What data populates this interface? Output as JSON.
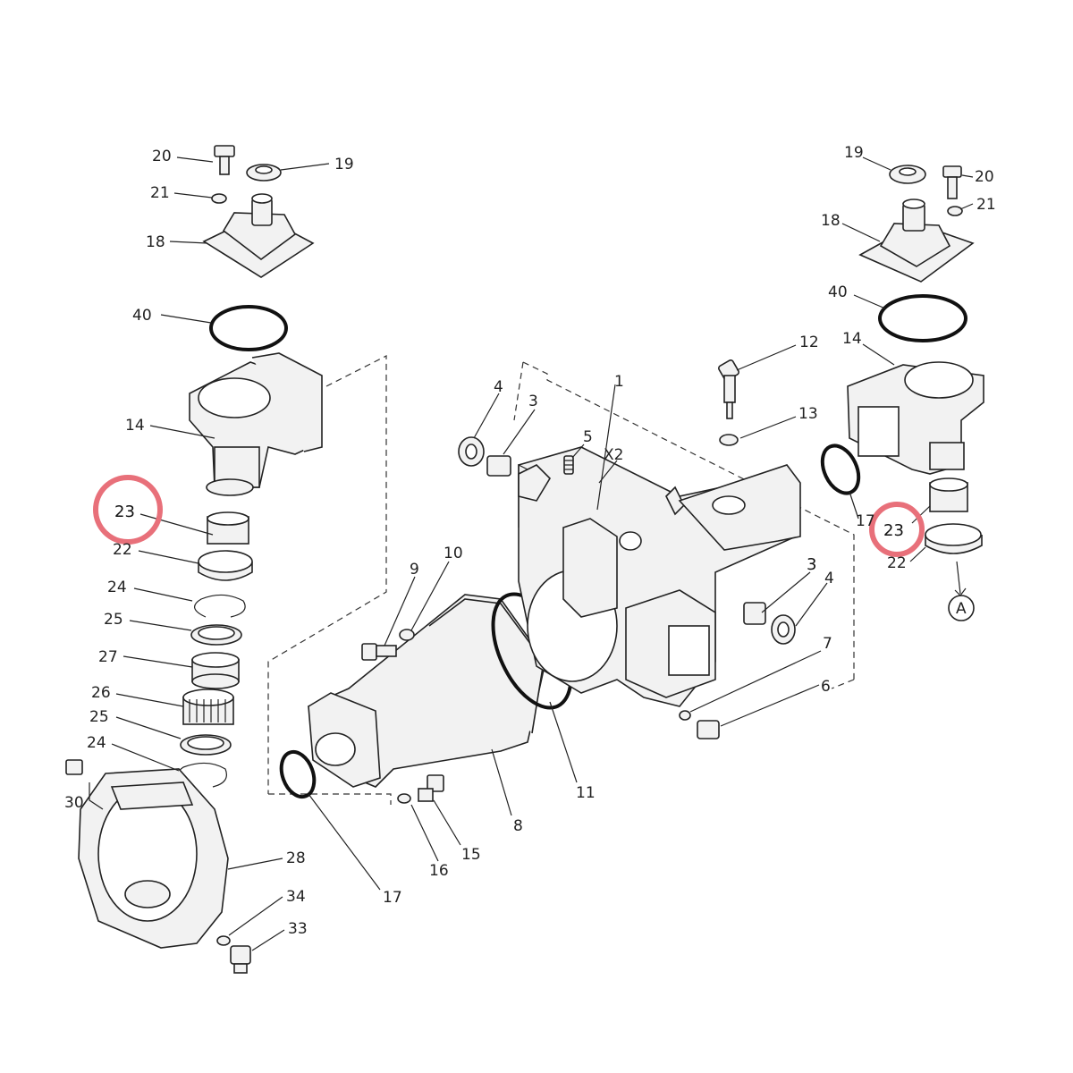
{
  "highlight_color": "#e8707a",
  "labels": {
    "l20": "20",
    "l19": "19",
    "l21": "21",
    "l18": "18",
    "l40": "40",
    "l14": "14",
    "l23": "23",
    "l22": "22",
    "l24": "24",
    "l25": "25",
    "l27": "27",
    "l26": "26",
    "l25b": "25",
    "l24b": "24",
    "l30": "30",
    "l28": "28",
    "l34": "34",
    "l33": "33",
    "l17": "17",
    "l16": "16",
    "l15": "15",
    "l8": "8",
    "l11": "11",
    "l9": "9",
    "l10": "10",
    "l4": "4",
    "l3": "3",
    "l1": "1",
    "l5": "5",
    "lx2": "X2",
    "l12": "12",
    "l13": "13",
    "l3b": "3",
    "l4b": "4",
    "l7": "7",
    "l6": "6",
    "r19": "19",
    "r20": "20",
    "r21": "21",
    "r18": "18",
    "r40": "40",
    "r14": "14",
    "r17": "17",
    "r23": "23",
    "r22": "22",
    "rA": "A"
  }
}
